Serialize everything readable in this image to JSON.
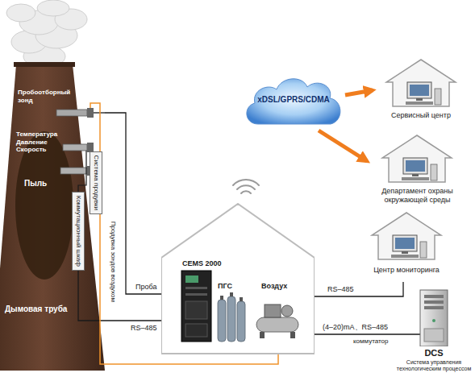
{
  "diagram": {
    "nodes": [
      {
        "text": [
          "xDSL/GPRS/CDMA"
        ]
      },
      {
        "text": [
          "Сервисный центр"
        ]
      },
      {
        "text": [
          "Дымовая труба"
        ]
      },
      {
        "text": [
          "Система продувки"
        ]
      },
      {
        "text": [
          "Департамент охраны окружающей среды"
        ]
      },
      {
        "text": [
          "Коммутационный шкаф"
        ]
      },
      {
        "text": [
          "Центр мониторинга"
        ]
      },
      {
        "text": [
          "CEMS 2000",
          "ПГС",
          "Воздух"
        ]
      },
      {
        "text": [
          "DCS",
          "Система управления технологическим процессом"
        ]
      }
    ],
    "edges": [
      {
        "from": 0,
        "to": 1,
        "arrow": "to"
      },
      {
        "from": 0,
        "to": 4,
        "arrow": "to"
      },
      {
        "from": 2,
        "to": 7,
        "label": "Проба",
        "arrow": "none"
      },
      {
        "from": 5,
        "to": 7,
        "label": "RS–485",
        "arrow": "none"
      },
      {
        "from": 3,
        "to": 7,
        "arrow": "none"
      },
      {
        "from": 7,
        "to": 6,
        "label": "RS–485",
        "arrow": "none"
      },
      {
        "from": 7,
        "to": 8,
        "label": "(4–20)mA、RS–485",
        "arrow": "none"
      }
    ],
    "labels": [
      "Пробоотборный зонд",
      "Температура Давление Скорость",
      "Пыль",
      "Продувка зондов воздухом",
      "коммутатор"
    ]
  }
}
